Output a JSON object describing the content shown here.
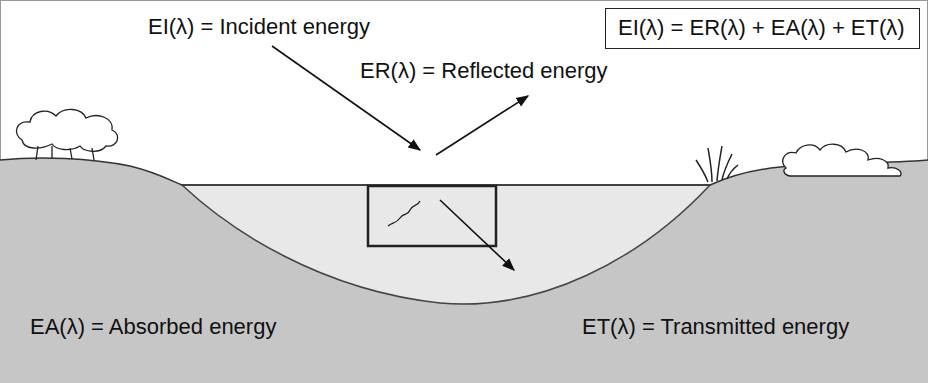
{
  "diagram": {
    "nodes": [
      {
        "text": [
          "EI(λ) = ER(λ) + EA(λ) + ET(λ)"
        ]
      }
    ],
    "labels": [
      "EI(λ) = Incident energy",
      "ER(λ) = Reflected energy",
      "EA(λ) = Absorbed energy",
      "ET(λ) = Transmitted energy"
    ]
  }
}
